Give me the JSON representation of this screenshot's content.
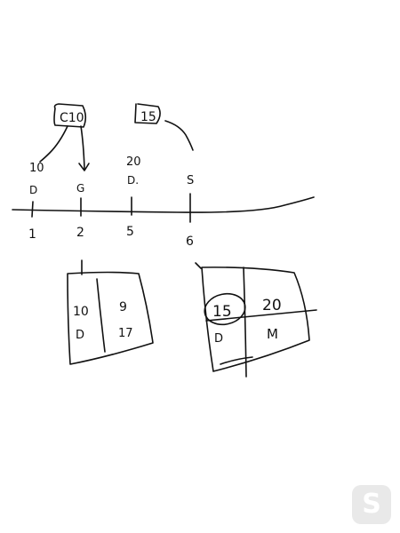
{
  "top_nodes": {
    "left": "C10",
    "right": "15"
  },
  "timeline": {
    "above": {
      "t1": [
        "10",
        "D"
      ],
      "t2": [
        "G"
      ],
      "t3": [
        "20",
        "D."
      ],
      "t4": [
        "S"
      ]
    },
    "ticks": [
      "1",
      "2",
      "5",
      "6"
    ]
  },
  "left_table": {
    "cells": [
      "10",
      "9",
      "D",
      "17"
    ]
  },
  "right_table": {
    "cells": [
      "15",
      "20",
      "D",
      "M"
    ]
  },
  "badge": {
    "icon": "s-logo-icon",
    "glyph": "S"
  }
}
